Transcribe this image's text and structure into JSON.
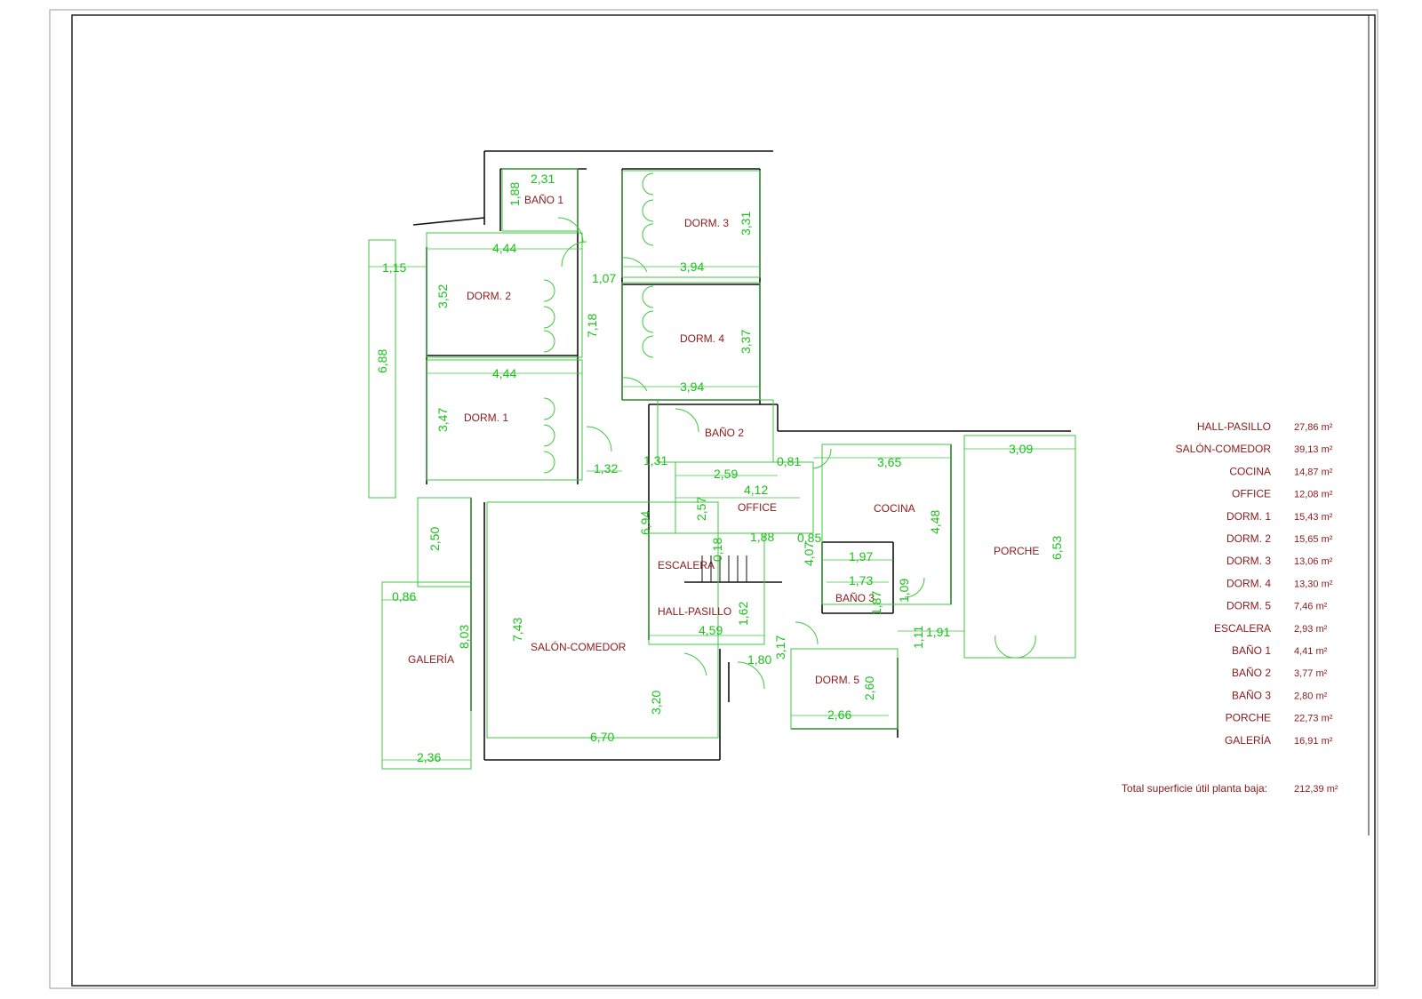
{
  "rooms": {
    "bano1": "BAÑO 1",
    "dorm3": "DORM. 3",
    "dorm2": "DORM. 2",
    "dorm4": "DORM. 4",
    "dorm1": "DORM. 1",
    "bano2": "BAÑO 2",
    "office": "OFFICE",
    "cocina": "COCINA",
    "porche": "PORCHE",
    "escalera": "ESCALERA",
    "hall": "HALL-PASILLO",
    "bano3": "BAÑO 3",
    "salon": "SALÓN-COMEDOR",
    "galeria": "GALERÍA",
    "dorm5": "DORM. 5"
  },
  "dimensions": {
    "d_2_31": "2,31",
    "d_1_88a": "1,88",
    "d_3_31": "3,31",
    "d_4_44a": "4,44",
    "d_1_15": "1,15",
    "d_1_07": "1,07",
    "d_3_94a": "3,94",
    "d_3_52": "3,52",
    "d_7_18": "7,18",
    "d_3_37": "3,37",
    "d_6_88": "6,88",
    "d_4_44b": "4,44",
    "d_3_94b": "3,94",
    "d_3_47": "3,47",
    "d_1_31": "1,31",
    "d_1_32": "1,32",
    "d_0_81": "0,81",
    "d_3_65": "3,65",
    "d_3_09": "3,09",
    "d_2_59": "2,59",
    "d_4_12": "4,12",
    "d_2_57": "2,57",
    "d_6_94": "6,94",
    "d_2_50": "2,50",
    "d_4_48": "4,48",
    "d_6_53": "6,53",
    "d_0_18": "0,18",
    "d_1_88b": "1,88",
    "d_0_85": "0,85",
    "d_4_07": "4,07",
    "d_1_97": "1,97",
    "d_1_73": "1,73",
    "d_1_09": "1,09",
    "d_1_87": "1,87",
    "d_0_86": "0,86",
    "d_8_03": "8,03",
    "d_7_43": "7,43",
    "d_1_62": "1,62",
    "d_4_59": "4,59",
    "d_1_11": "1,11",
    "d_1_91": "1,91",
    "d_3_17": "3,17",
    "d_1_80": "1,80",
    "d_2_60": "2,60",
    "d_3_20": "3,20",
    "d_2_66": "2,66",
    "d_6_70": "6,70",
    "d_2_36": "2,36"
  },
  "legend": [
    {
      "name": "HALL-PASILLO",
      "value": "27,86 m²"
    },
    {
      "name": "SALÓN-COMEDOR",
      "value": "39,13 m²"
    },
    {
      "name": "COCINA",
      "value": "14,87 m²"
    },
    {
      "name": "OFFICE",
      "value": "12,08 m²"
    },
    {
      "name": "DORM. 1",
      "value": "15,43 m²"
    },
    {
      "name": "DORM. 2",
      "value": "15,65 m²"
    },
    {
      "name": "DORM. 3",
      "value": "13,06 m²"
    },
    {
      "name": "DORM. 4",
      "value": "13,30 m²"
    },
    {
      "name": "DORM. 5",
      "value": "7,46 m²"
    },
    {
      "name": "ESCALERA",
      "value": "2,93 m²"
    },
    {
      "name": "BAÑO 1",
      "value": "4,41 m²"
    },
    {
      "name": "BAÑO 2",
      "value": "3,77 m²"
    },
    {
      "name": "BAÑO 3",
      "value": "2,80 m²"
    },
    {
      "name": "PORCHE",
      "value": "22,73 m²"
    },
    {
      "name": "GALERÍA",
      "value": "16,91 m²"
    }
  ],
  "total": {
    "label": "Total superficie útil planta baja:",
    "value": "212,39 m²"
  },
  "colors": {
    "dimension": "#19c219",
    "label": "#8b1a1a",
    "wall": "#111111"
  }
}
